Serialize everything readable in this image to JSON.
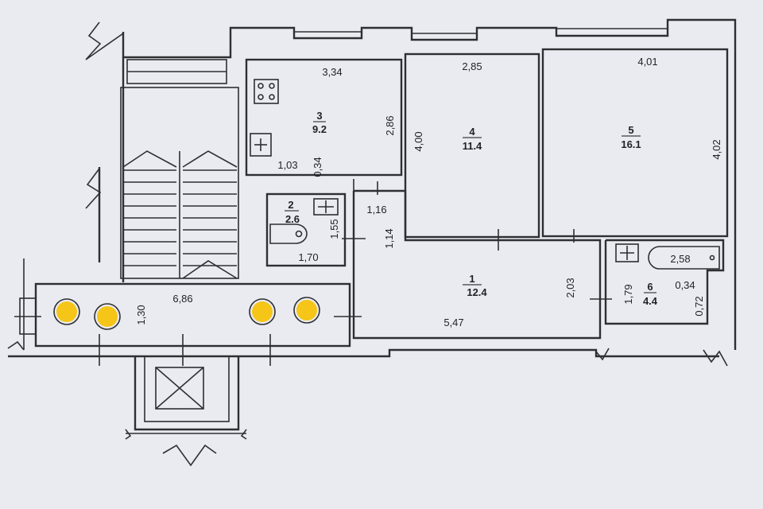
{
  "page": {
    "background": "#e9ebf0",
    "line_color": "#2d2f33",
    "marker_color": "#f5c518"
  },
  "rooms": [
    {
      "id": "r1",
      "number": "1",
      "area": "12.4"
    },
    {
      "id": "r2",
      "number": "2",
      "area": "2.6"
    },
    {
      "id": "r3",
      "number": "3",
      "area": "9.2"
    },
    {
      "id": "r4",
      "number": "4",
      "area": "11.4"
    },
    {
      "id": "r5",
      "number": "5",
      "area": "16.1"
    },
    {
      "id": "r6",
      "number": "6",
      "area": "4.4"
    }
  ],
  "dimensions": {
    "kitchen_width": "3,34",
    "kitchen_height": "2,86",
    "kitchen_niche": "1,03",
    "kitchen_niche_depth": "0,34",
    "room4_width": "2,85",
    "room4_height": "4,00",
    "room5_width": "4,01",
    "room5_height": "4,02",
    "toilet_height": "1,55",
    "toilet_width": "1,70",
    "hall_top": "1,16",
    "hall_left": "1,14",
    "hall_height": "2,03",
    "hall_width": "5,47",
    "bath_height": "1,79",
    "bathtub_length": "2,58",
    "bath_niche": "0,34",
    "bath_niche_height": "0,72",
    "corridor_width": "6,86",
    "corridor_depth": "1,30"
  },
  "markers": [
    {
      "id": "m1"
    },
    {
      "id": "m2"
    },
    {
      "id": "m3"
    },
    {
      "id": "m4"
    }
  ]
}
